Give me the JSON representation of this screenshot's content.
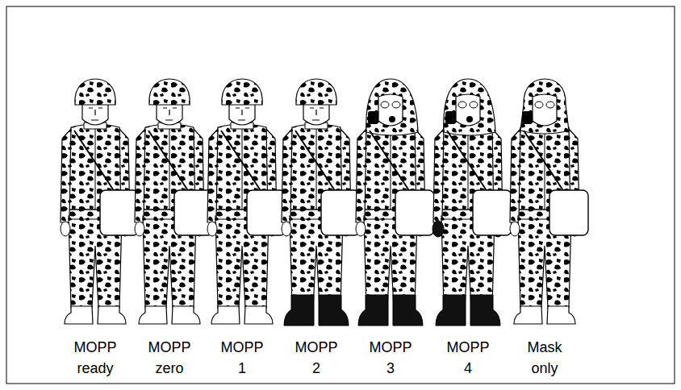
{
  "diagram": {
    "labels": [
      "MOPP ready",
      "MOPP zero",
      "MOPP 1",
      "MOPP 2",
      "MOPP 3",
      "MOPP 4",
      "Mask only"
    ]
  }
}
